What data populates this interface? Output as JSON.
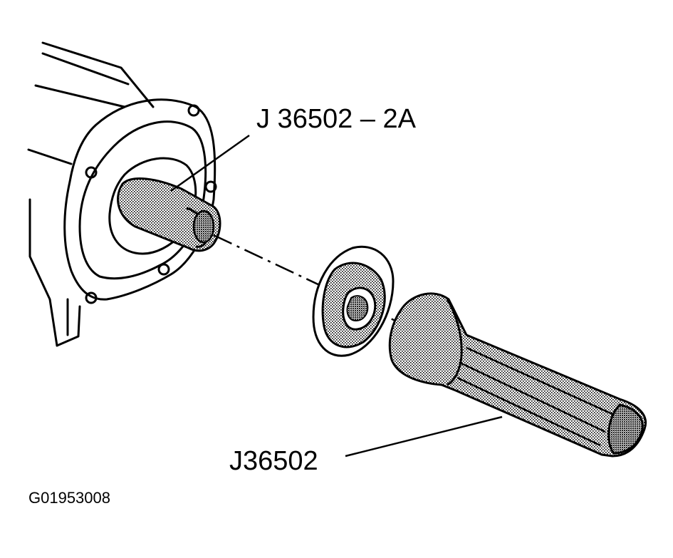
{
  "labels": {
    "tool_adapter": "J 36502 – 2A",
    "tool_driver": "J36502",
    "figure_code": "G01953008"
  },
  "colors": {
    "ink": "#000000",
    "paper": "#ffffff",
    "stipple": "#7a7a7a"
  }
}
